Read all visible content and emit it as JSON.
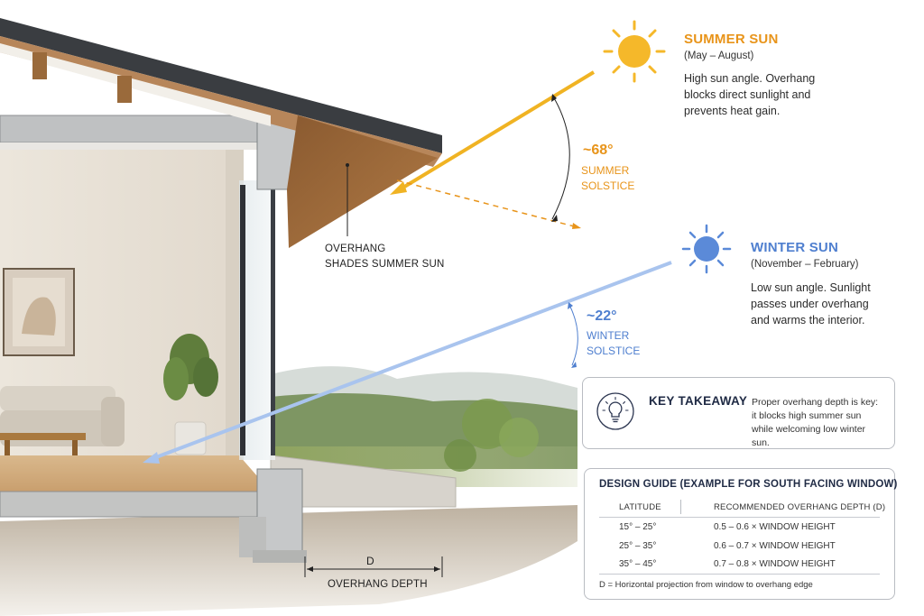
{
  "summer": {
    "title": "SUMMER SUN",
    "months": "(May – August)",
    "desc": "High sun angle. Overhang blocks direct sunlight and prevents heat gain.",
    "angle": "~68°",
    "angle_label_1": "SUMMER",
    "angle_label_2": "SOLSTICE",
    "color": "#f0b323",
    "text_color": "#e8941a"
  },
  "winter": {
    "title": "WINTER SUN",
    "months": "(November – February)",
    "desc": "Low sun angle. Sunlight passes under overhang and warms the interior.",
    "angle": "~22°",
    "angle_label_1": "WINTER",
    "angle_label_2": "SOLSTICE",
    "color": "#5b8ad8",
    "text_color": "#4f7fcf"
  },
  "labels": {
    "overhang_1": "OVERHANG",
    "overhang_2": "SHADES SUMMER SUN",
    "depth_symbol": "D",
    "depth_label": "OVERHANG DEPTH"
  },
  "takeaway": {
    "title": "KEY TAKEAWAY",
    "text": "Proper overhang depth is key: it blocks high summer sun while welcoming low winter sun.",
    "icon": "lightbulb-icon"
  },
  "guide": {
    "title": "DESIGN GUIDE (EXAMPLE FOR SOUTH FACING WINDOW)",
    "col_latitude": "LATITUDE",
    "col_depth": "RECOMMENDED OVERHANG DEPTH (D)",
    "rows": [
      {
        "latitude": "15° – 25°",
        "depth": "0.5 – 0.6 × WINDOW HEIGHT"
      },
      {
        "latitude": "25° – 35°",
        "depth": "0.6 – 0.7 × WINDOW HEIGHT"
      },
      {
        "latitude": "35° – 45°",
        "depth": "0.7 – 0.8 × WINDOW HEIGHT"
      }
    ],
    "footnote": "D = Horizontal projection from window to overhang edge"
  }
}
